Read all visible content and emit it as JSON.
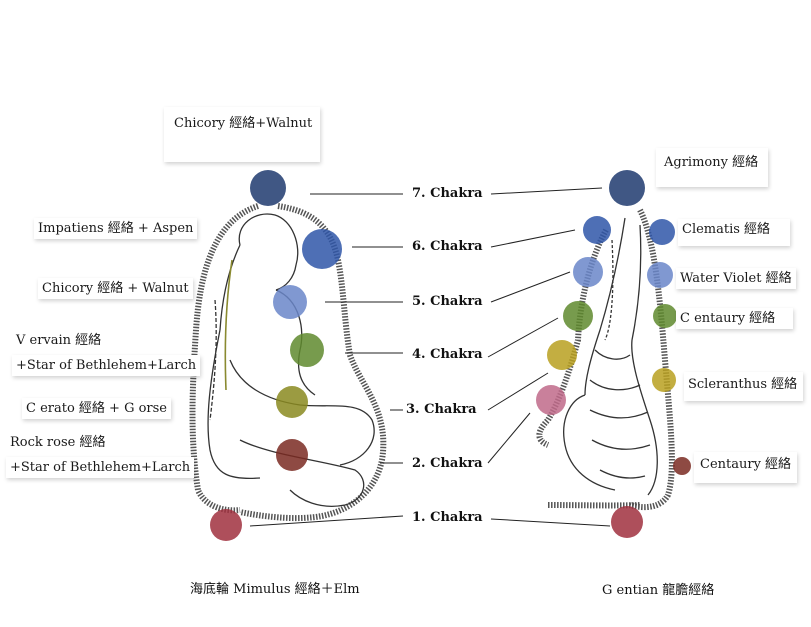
{
  "chakras": [
    {
      "label": "7. Chakra"
    },
    {
      "label": "6. Chakra"
    },
    {
      "label": "5. Chakra"
    },
    {
      "label": "4. Chakra"
    },
    {
      "label": "3. Chakra"
    },
    {
      "label": "2. Chakra"
    },
    {
      "label": "1. Chakra"
    }
  ],
  "left_labels": {
    "crown": "Chicory 經絡+Walnut",
    "impatiens": "Impatiens 經絡 + Aspen",
    "chicory": "Chicory 經絡 + Walnut",
    "vervain_1": "V ervain 經絡",
    "vervain_2": "+Star of Bethlehem+Larch",
    "cerato": "C erato  經絡 + G orse",
    "rockrose_1": "Rock rose  經絡",
    "rockrose_2": "+Star of Bethlehem+Larch"
  },
  "right_labels": {
    "agrimony": "Agrimony 經絡",
    "clematis": "Clematis  經絡",
    "water_violet": "Water Violet  經絡",
    "centaury_upper": "C entaury 經絡",
    "scleranthus": "Scleranthus 經絡",
    "centaury_lower": "Centaury 經絡"
  },
  "captions": {
    "left_bottom": "海底輪  Mimulus 經絡＋Elm",
    "right_bottom": "G entian 龍膽經絡"
  },
  "colors": {
    "ink": "#1a1a1a",
    "outline": "#555555",
    "crown": "#1e3a6e",
    "brow": "#2f56a8",
    "throat": "#6a86c9",
    "heart": "#5f8a2e",
    "solar": "#b8a020",
    "sacral": "#7a2a22",
    "root": "#a0303e",
    "pink": "#c06a8a"
  }
}
